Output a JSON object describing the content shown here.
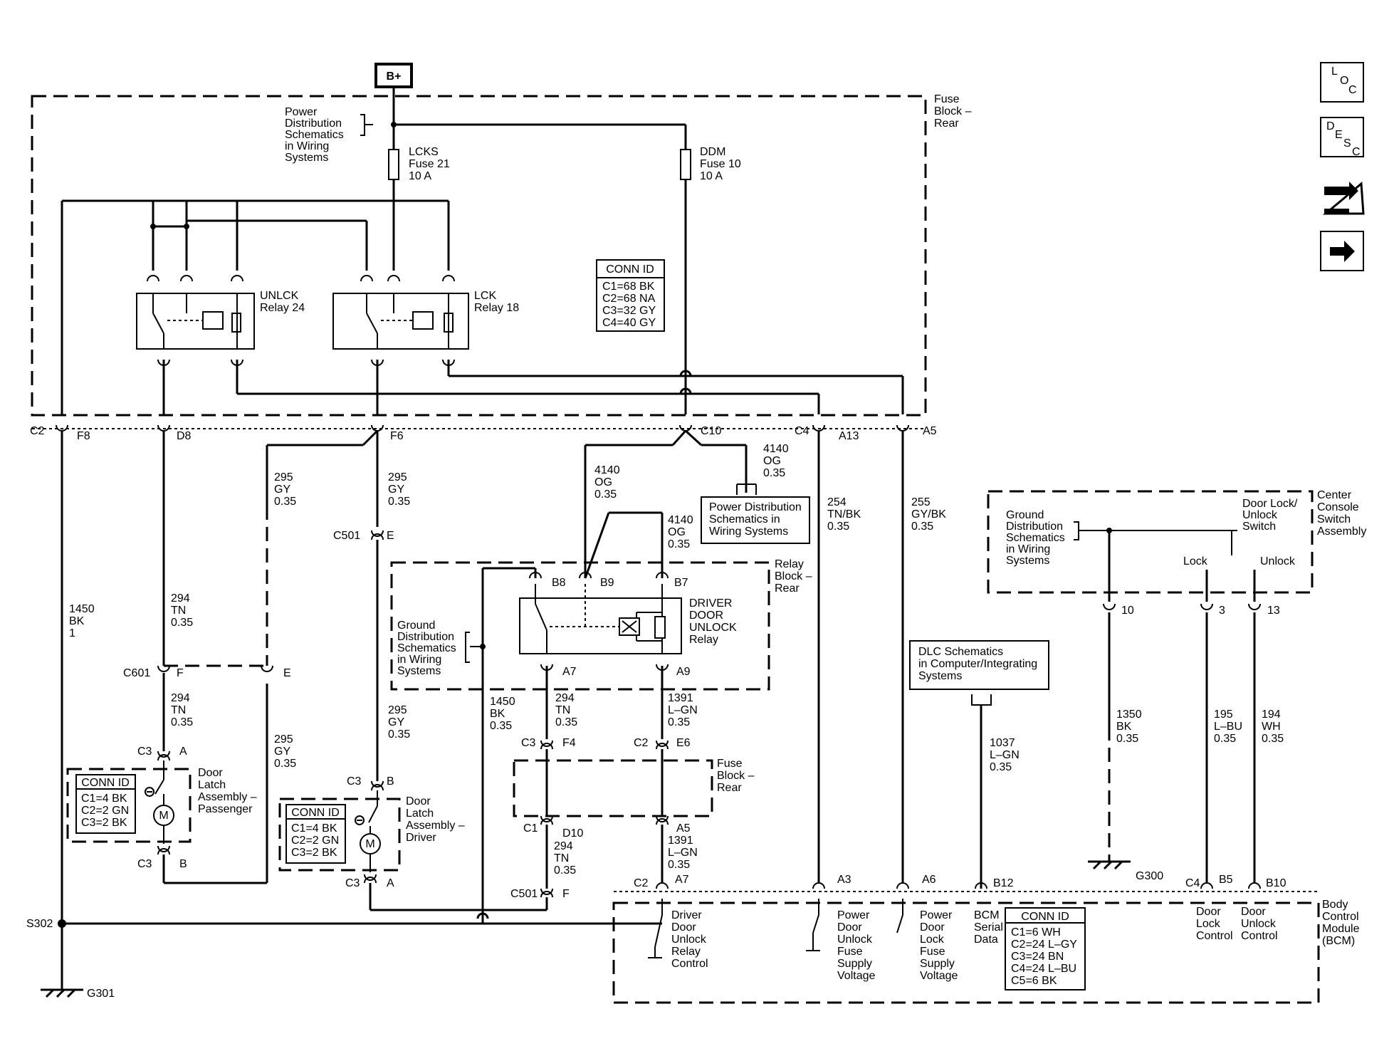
{
  "power_source": "B+",
  "side_icons": {
    "loc": [
      "L",
      "O",
      "C"
    ],
    "desc": [
      "D",
      "E",
      "S",
      "C"
    ],
    "schematic_icon": "wiring-diagram-icon",
    "next_icon": "arrow-right-icon"
  },
  "fuse_block_rear": [
    "Fuse",
    "Block –",
    "Rear"
  ],
  "power_dist_top": [
    "Power",
    "Distribution",
    "Schematics",
    "in Wiring",
    "Systems"
  ],
  "fuse_lcks": [
    "LCKS",
    "Fuse 21",
    "10 A"
  ],
  "fuse_ddm": [
    "DDM",
    "Fuse 10",
    "10 A"
  ],
  "unlck_relay": [
    "UNLCK",
    "Relay 24"
  ],
  "lck_relay": [
    "LCK",
    "Relay 18"
  ],
  "conn_id_fuse_block": {
    "title": "CONN ID",
    "lines": [
      "C1=68 BK",
      "C2=68 NA",
      "C3=32 GY",
      "C4=40 GY"
    ]
  },
  "connector_row": {
    "c2": "C2",
    "f8": "F8",
    "d8": "D8",
    "f6": "F6",
    "c10": "C10",
    "c4": "C4",
    "a13": "A13",
    "a5": "A5"
  },
  "wire_295_left": [
    "295",
    "GY",
    "0.35"
  ],
  "wire_295_mid": [
    "295",
    "GY",
    "0.35"
  ],
  "wire_4140_a": [
    "4140",
    "OG",
    "0.35"
  ],
  "wire_4140_b": [
    "4140",
    "OG",
    "0.35"
  ],
  "wire_4140_c": [
    "4140",
    "OG",
    "0.35"
  ],
  "power_dist_box": [
    "Power Distribution",
    "Schematics in",
    "Wiring Systems"
  ],
  "wire_254": [
    "254",
    "TN/BK",
    "0.35"
  ],
  "wire_255": [
    "255",
    "GY/BK",
    "0.35"
  ],
  "c501_e": {
    "conn": "C501",
    "pin": "E"
  },
  "relay_block_rear": [
    "Relay",
    "Block –",
    "Rear"
  ],
  "ground_dist_relay": [
    "Ground",
    "Distribution",
    "Schematics",
    "in Wiring",
    "Systems"
  ],
  "driver_relay_pins": {
    "b8": "B8",
    "b9": "B9",
    "b7": "B7",
    "a7": "A7",
    "a9": "A9"
  },
  "driver_door_unlock_relay": [
    "DRIVER",
    "DOOR",
    "UNLOCK",
    "Relay"
  ],
  "wire_1450_left": [
    "1450",
    "BK",
    "1"
  ],
  "wire_294_top": [
    "294",
    "TN",
    "0.35"
  ],
  "c601": {
    "conn": "C601",
    "f": "F",
    "e": "E"
  },
  "wire_294_mid": [
    "294",
    "TN",
    "0.35"
  ],
  "wire_295_low": [
    "295",
    "GY",
    "0.35"
  ],
  "wire_295_right": [
    "295",
    "GY",
    "0.35"
  ],
  "passenger_latch": {
    "c3a": "C3",
    "a": "A",
    "c3b": "C3",
    "b": "B",
    "label": [
      "Door",
      "Latch",
      "Assembly –",
      "Passenger"
    ]
  },
  "conn_id_passenger": {
    "title": "CONN ID",
    "lines": [
      "C1=4 BK",
      "C2=2 GN",
      "C3=2 BK"
    ]
  },
  "driver_latch": {
    "c3b": "C3",
    "b": "B",
    "c3a": "C3",
    "a": "A",
    "label": [
      "Door",
      "Latch",
      "Assembly –",
      "Driver"
    ]
  },
  "conn_id_driver": {
    "title": "CONN ID",
    "lines": [
      "C1=4 BK",
      "C2=2 GN",
      "C3=2 BK"
    ]
  },
  "wire_1450_mid": [
    "1450",
    "BK",
    "0.35"
  ],
  "wire_294_relay": [
    "294",
    "TN",
    "0.35"
  ],
  "wire_1391_a": [
    "1391",
    "L–GN",
    "0.35"
  ],
  "fuse_block_lower": {
    "c3": "C3",
    "f4": "F4",
    "c2": "C2",
    "e6": "E6",
    "label": [
      "Fuse",
      "Block –",
      "Rear"
    ],
    "c1": "C1",
    "d10": "D10",
    "a5": "A5"
  },
  "wire_294_low": [
    "294",
    "TN",
    "0.35"
  ],
  "wire_1391_b": [
    "1391",
    "L–GN",
    "0.35"
  ],
  "c501_f": {
    "conn": "C501",
    "pin": "F"
  },
  "dlc_box": [
    "DLC Schematics",
    "in Computer/Integrating",
    "Systems"
  ],
  "wire_1037": [
    "1037",
    "L–GN",
    "0.35"
  ],
  "center_console": {
    "ground": [
      "Ground",
      "Distribution",
      "Schematics",
      "in Wiring",
      "Systems"
    ],
    "switch": [
      "Door Lock/",
      "Unlock",
      "Switch"
    ],
    "lock": "Lock",
    "unlock": "Unlock",
    "label": [
      "Center",
      "Console",
      "Switch",
      "Assembly"
    ],
    "p10": "10",
    "p3": "3",
    "p13": "13"
  },
  "wire_1350": [
    "1350",
    "BK",
    "0.35"
  ],
  "wire_195": [
    "195",
    "L–BU",
    "0.35"
  ],
  "wire_194": [
    "194",
    "WH",
    "0.35"
  ],
  "g300": "G300",
  "s302": "S302",
  "g301": "G301",
  "bcm_pins": {
    "c2": "C2",
    "a7": "A7",
    "a3": "A3",
    "a6": "A6",
    "b12": "B12",
    "c4": "C4",
    "b5": "B5",
    "b10": "B10"
  },
  "bcm_labels": {
    "driver_unlock": [
      "Driver",
      "Door",
      "Unlock",
      "Relay",
      "Control"
    ],
    "unlock_fuse": [
      "Power",
      "Door",
      "Unlock",
      "Fuse",
      "Supply",
      "Voltage"
    ],
    "lock_fuse": [
      "Power",
      "Door",
      "Lock",
      "Fuse",
      "Supply",
      "Voltage"
    ],
    "serial": [
      "BCM",
      "Serial",
      "Data"
    ],
    "lock_control": [
      "Door",
      "Lock",
      "Control"
    ],
    "unlock_control": [
      "Door",
      "Unlock",
      "Control"
    ],
    "module": [
      "Body",
      "Control",
      "Module",
      "(BCM)"
    ]
  },
  "conn_id_bcm": {
    "title": "CONN ID",
    "lines": [
      "C1=6 WH",
      "C2=24 L–GY",
      "C3=24 BN",
      "C4=24 L–BU",
      "C5=6 BK"
    ]
  }
}
